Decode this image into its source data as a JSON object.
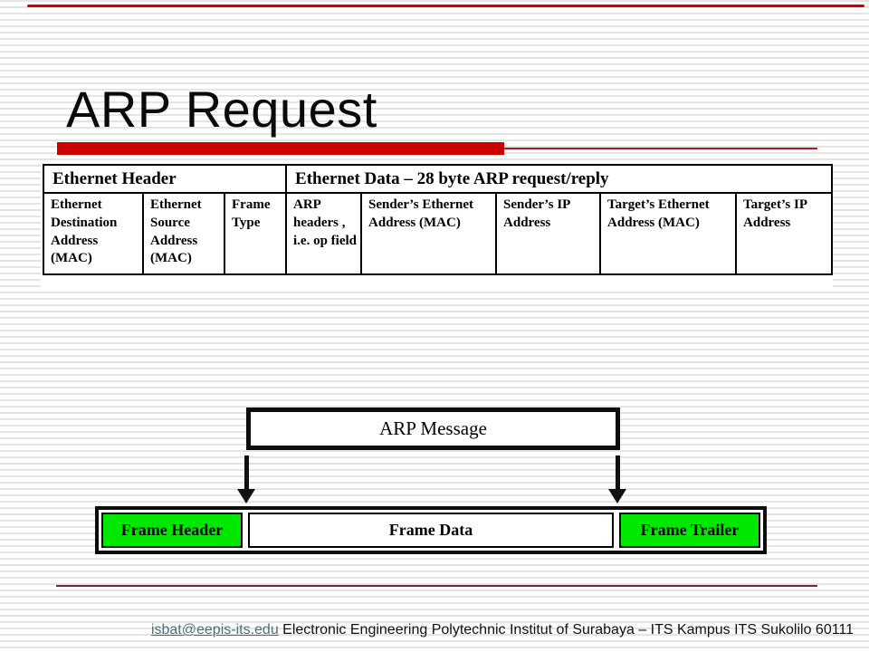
{
  "slide": {
    "title": "ARP Request",
    "footer": {
      "email_link": "isbat@eepis-its.edu",
      "text": "Electronic Engineering Polytechnic Institut of Surabaya – ITS Kampus ITS Sukolilo 60111"
    },
    "colors": {
      "accent_red": "#cc0000",
      "footer_divider_red": "#6d2a2a",
      "frame_green": "#00e800",
      "link_color": "#4a6f7c"
    }
  },
  "table": {
    "header_left": "Ethernet Header",
    "header_right": "Ethernet Data – 28 byte ARP request/reply",
    "cells": [
      "Ethernet Destination Address (MAC)",
      "Ethernet Source Address (MAC)",
      "Frame Type",
      "ARP headers , i.e. op field",
      "Sender’s Ethernet Address (MAC)",
      "Sender’s IP Address",
      "Target’s Ethernet Address (MAC)",
      "Target’s IP Address"
    ]
  },
  "diagram": {
    "arp_message_label": "ARP Message",
    "frame_header_label": "Frame Header",
    "frame_data_label": "Frame Data",
    "frame_trailer_label": "Frame Trailer"
  }
}
